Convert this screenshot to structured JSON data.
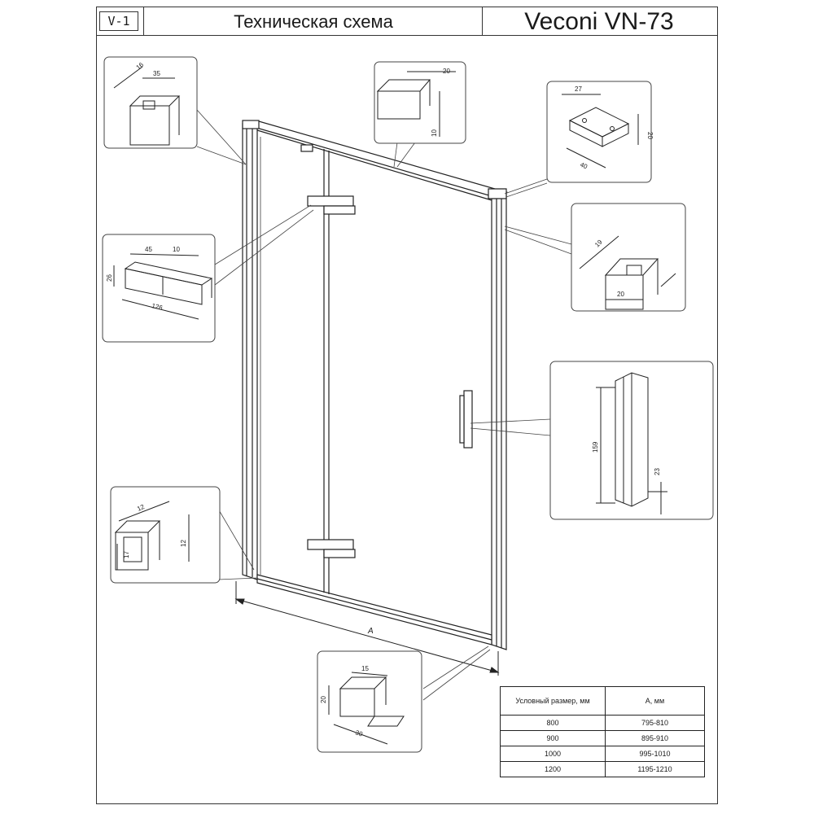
{
  "header": {
    "code": "V-1",
    "title": "Техническая схема",
    "model": "Veconi VN-73"
  },
  "callouts": {
    "top_left_profile": {
      "dims": [
        "16",
        "35"
      ]
    },
    "top_rail": {
      "dims": [
        "20",
        "10"
      ]
    },
    "corner_connector": {
      "dims": [
        "27",
        "20",
        "40"
      ]
    },
    "wall_profile_right": {
      "dims": [
        "19",
        "20"
      ]
    },
    "hinge": {
      "dims": [
        "45",
        "10",
        "26",
        "126"
      ]
    },
    "handle": {
      "dims": [
        "159",
        "23"
      ]
    },
    "bottom_profile": {
      "dims": [
        "12",
        "12",
        "17"
      ]
    },
    "threshold_block": {
      "dims": [
        "15",
        "20",
        "30"
      ]
    }
  },
  "main_dimension_label": "A",
  "size_table": {
    "headers": [
      "Условный размер, мм",
      "А, мм"
    ],
    "rows": [
      [
        "800",
        "795-810"
      ],
      [
        "900",
        "895-910"
      ],
      [
        "1000",
        "995-1010"
      ],
      [
        "1200",
        "1195-1210"
      ]
    ]
  }
}
